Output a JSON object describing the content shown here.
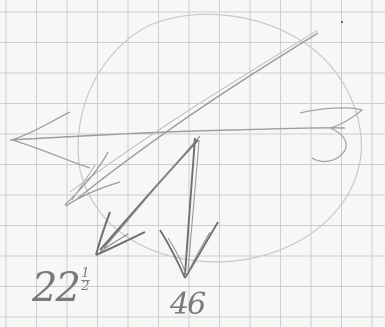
{
  "diagram": {
    "labels": {
      "left_whole": "22",
      "left_frac_num": "1",
      "left_frac_den": "2",
      "right": "46"
    },
    "colors": {
      "paper": "#f7f7f5",
      "grid": "#c9cfd6",
      "pencil_light": "#b5b5b5",
      "pencil_mid": "#9a9a9a",
      "pencil_dark": "#6e6e6e"
    }
  }
}
